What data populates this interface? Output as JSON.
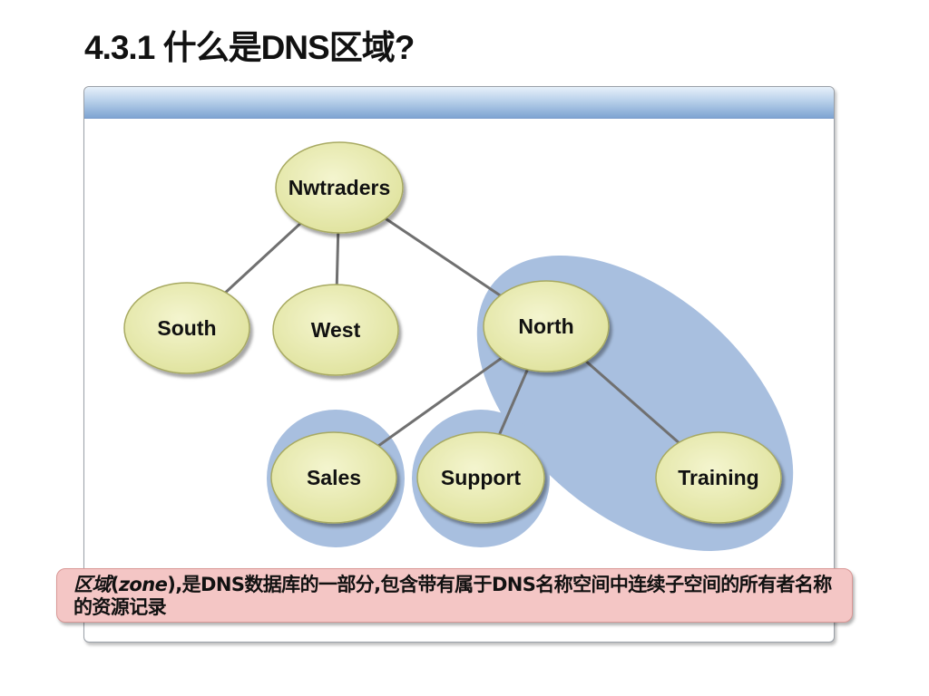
{
  "title": "4.3.1  什么是DNS区域?",
  "colors": {
    "node_fill": "#e9ebb2",
    "zone_fill": "#a8bfdf",
    "definition_bg": "#f4c6c5",
    "edge": "#707070"
  },
  "diagram": {
    "nodes": [
      {
        "id": "nwtraders",
        "label": "Nwtraders"
      },
      {
        "id": "south",
        "label": "South"
      },
      {
        "id": "west",
        "label": "West"
      },
      {
        "id": "north",
        "label": "North"
      },
      {
        "id": "sales",
        "label": "Sales"
      },
      {
        "id": "support",
        "label": "Support"
      },
      {
        "id": "training",
        "label": "Training"
      }
    ],
    "edges": [
      {
        "from": "nwtraders",
        "to": "south"
      },
      {
        "from": "nwtraders",
        "to": "west"
      },
      {
        "from": "nwtraders",
        "to": "north"
      },
      {
        "from": "north",
        "to": "sales"
      },
      {
        "from": "north",
        "to": "support"
      },
      {
        "from": "north",
        "to": "training"
      }
    ],
    "zones": [
      {
        "id": "zone-north-training",
        "members": [
          "north",
          "training"
        ]
      },
      {
        "id": "zone-sales",
        "members": [
          "sales"
        ]
      },
      {
        "id": "zone-support",
        "members": [
          "support"
        ]
      }
    ]
  },
  "definition": {
    "term": "区域",
    "open_paren": "(",
    "term_en": "zone",
    "rest": "),是DNS数据库的一部分,包含带有属于DNS名称空间中连续子空间的所有者名称的资源记录"
  }
}
